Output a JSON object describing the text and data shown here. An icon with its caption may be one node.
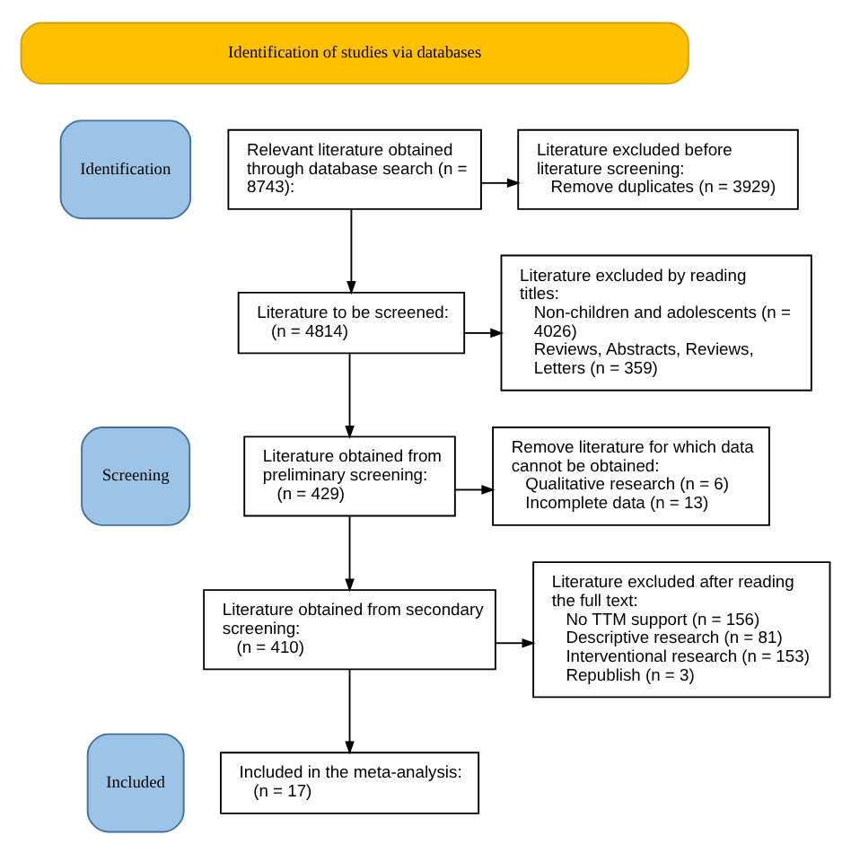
{
  "diagram": {
    "nodes": [
      {
        "text": [
          "Identification of studies via databases"
        ]
      },
      {
        "text": [
          "Identification"
        ]
      },
      {
        "text": [
          "Relevant literature obtained through database search (n = 8743):"
        ]
      },
      {
        "text": [
          "Literature excluded before literature screening:",
          "Remove duplicates (n = 3929)"
        ]
      },
      {
        "text": [
          "Screening"
        ]
      },
      {
        "text": [
          "Literature to be screened:",
          "(n = 4814)"
        ]
      },
      {
        "text": [
          "Literature excluded by reading titles:",
          "Non-children and adolescents (n = 4026)",
          "Reviews, Abstracts, Reviews, Letters (n = 359)"
        ]
      },
      {
        "text": [
          "Literature obtained from preliminary screening:",
          "(n = 429)"
        ]
      },
      {
        "text": [
          "Remove literature for which data cannot be obtained:",
          "Qualitative research (n = 6)",
          "Incomplete data (n = 13)"
        ]
      },
      {
        "text": [
          "Literature obtained from secondary screening:",
          "(n = 410)"
        ]
      },
      {
        "text": [
          "Literature excluded after reading the full text:",
          "No TTM support (n = 156)",
          "Descriptive research (n = 81)",
          "Interventional research (n = 153)",
          "Republish (n = 3)"
        ]
      },
      {
        "text": [
          "Included"
        ]
      },
      {
        "text": [
          "Included in the meta-analysis:",
          "(n = 17)"
        ]
      }
    ],
    "edges": [
      {
        "from": 2,
        "to": 3,
        "arrow": "to"
      },
      {
        "from": 2,
        "to": 5,
        "arrow": "to"
      },
      {
        "from": 5,
        "to": 6,
        "arrow": "to"
      },
      {
        "from": 5,
        "to": 7,
        "arrow": "to"
      },
      {
        "from": 7,
        "to": 8,
        "arrow": "to"
      },
      {
        "from": 7,
        "to": 9,
        "arrow": "to"
      },
      {
        "from": 9,
        "to": 10,
        "arrow": "to"
      },
      {
        "from": 9,
        "to": 12,
        "arrow": "to"
      }
    ]
  }
}
